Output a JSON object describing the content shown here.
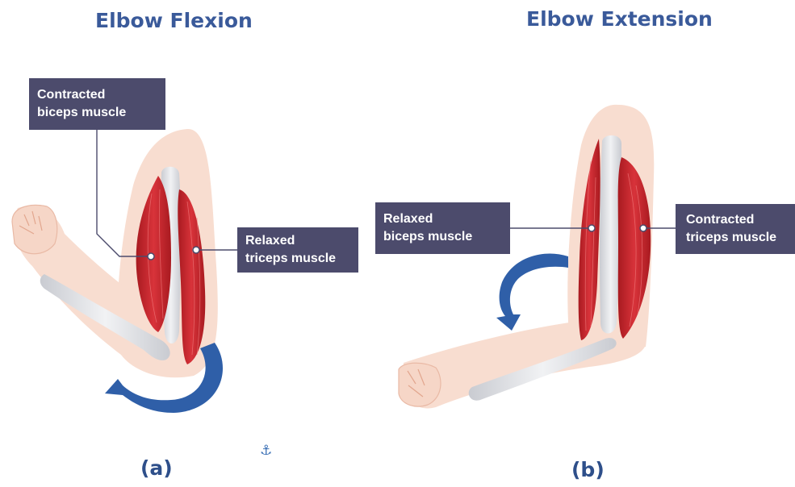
{
  "panels": [
    {
      "title": "Elbow Flexion",
      "caption": "(a)",
      "labels": {
        "contracted": [
          "Contracted",
          "biceps muscle"
        ],
        "relaxed": [
          "Relaxed",
          "triceps muscle"
        ]
      }
    },
    {
      "title": "Elbow Extension",
      "caption": "(b)",
      "labels": {
        "relaxed": [
          "Relaxed",
          "biceps muscle"
        ],
        "contracted": [
          "Contracted",
          "triceps muscle"
        ]
      }
    }
  ],
  "icons": {
    "anchor": "⚓"
  },
  "colors": {
    "title": "#3a5a9a",
    "label_bg": "#4c4b6c",
    "skin": "#f8ddd0",
    "muscle": "#c8282c",
    "bone": "#e0e0e4",
    "arrow": "#2f5fa8"
  }
}
